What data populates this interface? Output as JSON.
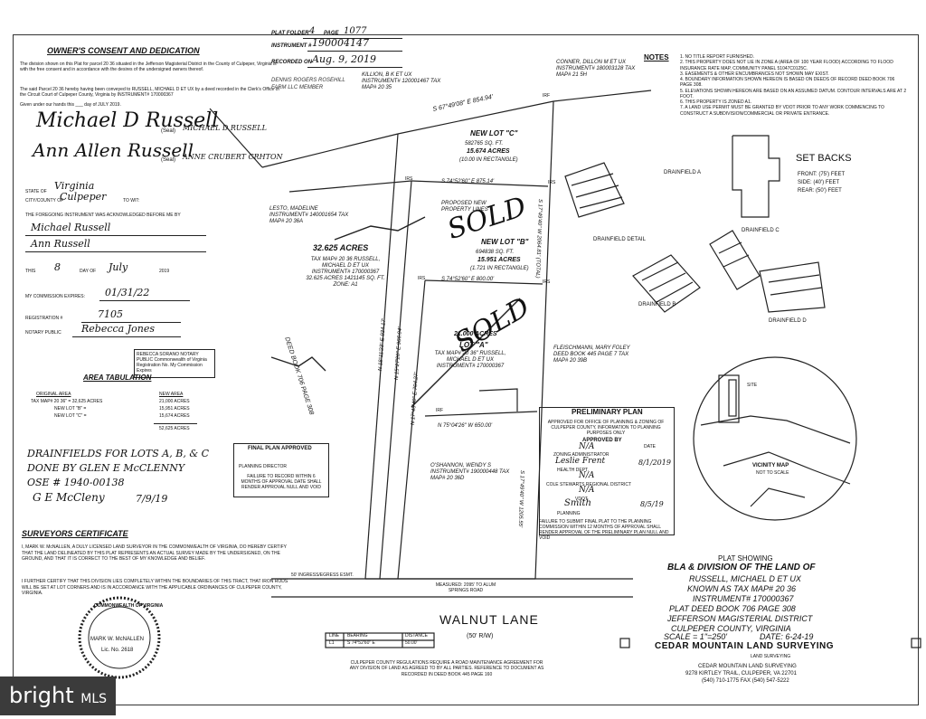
{
  "header": {
    "plat_folder_label": "PLAT FOLDER",
    "plat_folder": "4",
    "page_label": "PAGE",
    "page": "1077",
    "instrument_label": "INSTRUMENT #",
    "instrument": "190004147",
    "recorded_label": "RECORDED ON",
    "recorded_date": "Aug. 9, 2019"
  },
  "owners": {
    "title": "OWNER'S CONSENT AND DEDICATION",
    "para1": "The division shown on this Plat for parcel 20 36 situated in the Jefferson Magisterial District in the County of Culpeper, Virginia is with the free consent and in accordance with the desires of the undersigned owners thereof.",
    "para2": "The said Parcel 20 36 hereby having been conveyed to RUSSELL, MICHAEL D ET UX by a deed recorded in the Clerk's Office of the Circuit Court of Culpeper County, Virginia by INSTRUMENT# 170000367",
    "given": "Given under our hands this ___ day of JULY 2019.",
    "sig1": "Michael D Russell",
    "sig1_print": "MICHAEL D RUSSELL",
    "sig2": "Ann Allen Russell",
    "sig2_print": "ANNE CRUBERT CRHTON",
    "seal": "(Seal)"
  },
  "notary": {
    "state_label": "STATE OF",
    "state": "Virginia",
    "county_label": "CITY/COUNTY OF",
    "county": "Culpeper",
    "towit": "TO WIT:",
    "ack": "THE FOREGOING INSTRUMENT WAS ACKNOWLEDGED BEFORE ME BY",
    "name1": "Michael Russell",
    "name2": "Ann Russell",
    "this_label": "THIS",
    "day": "8",
    "day_of": "DAY OF",
    "month": "July",
    "year": "2019",
    "commission_label": "MY COMMISSION EXPIRES:",
    "commission": "01/31/22",
    "registration_label": "REGISTRATION #",
    "registration": "7105",
    "notary_label": "NOTARY PUBLIC",
    "notary_sig": "Rebecca Jones"
  },
  "stamp_text": "REBECCA SORANO NOTARY PUBLIC Commonwealth of Virginia Registration No. My Commission Expires",
  "area": {
    "title": "AREA TABULATION",
    "col1": "ORIGINAL AREA",
    "col2": "NEW AREA",
    "rows": [
      {
        "a": "TAX MAP# 20 36\" = 32,625 ACRES",
        "b": "21,000 ACRES"
      },
      {
        "a": "NEW LOT \"B\" =",
        "b": "15,951 ACRES"
      },
      {
        "a": "NEW LOT \"C\" =",
        "b": "15,674 ACRES"
      }
    ],
    "total": "52,625 ACRES"
  },
  "drainfields_note": {
    "line1": "DRAINFIELDS FOR LOTS A, B, & C",
    "line2": "DONE BY GLEN E McCLENNY",
    "line3": "OSE # 1940-00138",
    "sig": "G E McCleny",
    "date": "7/9/19"
  },
  "surveyor": {
    "title": "SURVEYORS CERTIFICATE",
    "p1": "I, MARK W. McNALLEN, A DULY LICENSED LAND SURVEYOR IN THE COMMONWEALTH OF VIRGINIA, DO HEREBY CERTIFY THAT THE LAND DELINEATED BY THIS PLAT REPRESENTS AN ACTUAL SURVEY MADE BY THE UNDERSIGNED, ON THE GROUND, AND THAT IT IS CORRECT TO THE BEST OF MY KNOWLEDGE AND BELIEF.",
    "p2": "I FURTHER CERTIFY THAT THIS DIVISION LIES COMPLETELY WITHIN THE BOUNDARIES OF THIS TRACT, THAT IRON RODS WILL BE SET AT LOT CORNERS AND IS IN ACCORDANCE WITH THE APPLICABLE ORDINANCES OF CULPEPER COUNTY, VIRGINIA.",
    "seal_top": "COMMONWEALTH OF VIRGINIA",
    "seal_name": "MARK W. McNALLEN",
    "seal_lic": "Lic. No. 2618"
  },
  "neighbors": {
    "killion": "KILLION, B K ET UX INSTRUMENT# 120001467 TAX MAP# 20 35",
    "top_left": "DENNIS ROGERS ROSEHILL FARM LLC MEMBER",
    "conner": "CONNER, DILLON M ET UX INSTRUMENT# 180003128 TAX MAP# 21 5H",
    "lesto": "LESTO, MADELINE INSTRUMENT# 140001654 TAX MAP# 20 36A",
    "fleischmann": "FLEISCHMANN, MARY FOLEY DEED BOOK 445 PAGE 7 TAX MAP# 20 39B",
    "oshannon": "O'SHANNON, WENDY S INSTRUMENT# 190000448 TAX MAP# 20 36D"
  },
  "bearings": {
    "top": "S 67°49'08\" E 854.94'",
    "mid1": "S 74°52'60\" E 875.14'",
    "mid2": "S 74°52'60\" E 800.00'",
    "bottom": "N 75°04'26\" W 650.00'",
    "west1": "N 18°11'23\" E 934.17'",
    "west2": "N 15°27'20\" E 966.04'",
    "west3": "N 17°45'40\" E 704.27'",
    "east1": "S 17°49'40\" W 2064.81' (TOTAL)",
    "east2": "S 17°49'40\" W 1205.55'"
  },
  "lots": {
    "c_title": "NEW LOT \"C\"",
    "c_area": "582765 SQ. FT.",
    "c_acres": "15.674 ACRES",
    "c_note": "(10.00 IN RECTANGLE)",
    "b_title": "NEW LOT \"B\"",
    "b_area": "694838 SQ. FT.",
    "b_acres": "15.951 ACRES",
    "b_note": "(1.721 IN RECTANGLE)",
    "a_title": "LOT \"A\"",
    "a_area": "21.000 ACRES",
    "a_owner": "TAX MAP# 20 36\" RUSSELL, MICHAEL D ET UX INSTRUMENT# 170000367",
    "parent_acres": "32.625 ACRES",
    "parent_desc": "TAX MAP# 20 36 RUSSELL, MICHAEL D ET UX INSTRUMENT# 170000367 32.625 ACRES 1421145 SQ. FT. ZONE: A1",
    "proposed_new": "PROPOSED NEW PROPERTY LINES",
    "sold": "SOLD",
    "deed": "DEED BOOK 706 PAGE 308"
  },
  "notes": {
    "title": "NOTES",
    "items": [
      "1. NO TITLE REPORT FURNISHED.",
      "2. THIS PROPERTY DOES NOT LIE IN ZONE A (AREA OF 100 YEAR FLOOD) ACCORDING TO FLOOD INSURANCE RATE MAP, COMMUNITY PANEL 51047C0125C.",
      "3. EASEMENTS & OTHER ENCUMBRANCES NOT SHOWN MAY EXIST.",
      "4. BOUNDARY INFORMATION SHOWN HEREON IS BASED ON DEEDS OF RECORD DEED BOOK 706 PAGE 308.",
      "5. ELEVATIONS SHOWN HEREON ARE BASED ON AN ASSUMED DATUM. CONTOUR INTERVALS ARE AT 2 FOOT.",
      "6. THIS PROPERTY IS ZONED A1.",
      "7. A LAND USE PERMIT MUST BE GRANTED BY VDOT PRIOR TO ANY WORK COMMENCING TO CONSTRUCT A SUBDIVISION/COMMERCIAL OR PRIVATE ENTRANCE."
    ]
  },
  "setbacks": {
    "title": "SET BACKS",
    "front": "FRONT: (75') FEET",
    "side": "SIDE: (40') FEET",
    "rear": "REAR: (50') FEET"
  },
  "drainfields": {
    "a": "DRAINFIELD A",
    "b": "DRAINFIELD B",
    "c": "DRAINFIELD C",
    "d": "DRAINFIELD D",
    "detail": "DRAINFIELD DETAIL"
  },
  "prelim": {
    "title": "PRELIMINARY PLAN",
    "l1": "APPROVED FOR OFFICE OF PLANNING & ZONING OF CULPEPER COUNTY, INFORMATION TO PLANNING PURPOSES ONLY",
    "approved": "APPROVED BY",
    "date_label": "DATE",
    "r1": "N/A",
    "r1_label": "ZONING ADMINISTRATOR",
    "r2": "Leslie Frent",
    "r2_date": "8/1/2019",
    "r2_label": "HEALTH DEPT.",
    "r3": "N/A",
    "r3_label": "COLE STEWARTS REGIONAL DISTRICT",
    "r4": "N/A",
    "r4_label": "VDOT",
    "r5": "Smith",
    "r5_date": "8/5/19",
    "r5_label": "PLANNING",
    "footer": "FAILURE TO SUBMIT FINAL PLAT TO THE PLANNING COMMISSION WITHIN 12 MONTHS OF APPROVAL SHALL RENDER APPROVAL OF THE PRELIMINARY PLAN NULL AND VOID"
  },
  "final_plan": {
    "title": "FINAL PLAN APPROVED",
    "l1": "PLANNING DIRECTOR",
    "l2": "FAILURE TO RECORD WITHIN 6 MONTHS OF APPROVAL DATE SHALL RENDER APPROVAL NULL AND VOID"
  },
  "road": {
    "name": "WALNUT LANE",
    "width": "(50' R/W)",
    "egress": "50' INGRESS/EGRESS ESMT.",
    "measured": "MEASURED: 2095' TO ALUM SPRINGS ROAD",
    "note": "CULPEPER COUNTY REGULATIONS REQUIRE A ROAD MAINTENANCE AGREEMENT FOR ANY DIVISION OF LAND AS AGREED TO BY ALL PARTIES. REFERENCE TO DOCUMENT AS RECORDED IN DEED BOOK 445 PAGE 160"
  },
  "line_table": {
    "headers": [
      "LINE",
      "BEARING",
      "DISTANCE"
    ],
    "row": [
      "L1",
      "S 74°52'60\" E",
      "50.00'"
    ]
  },
  "vicinity": {
    "title": "VICINITY MAP",
    "scale": "NOT TO SCALE",
    "site": "SITE"
  },
  "title_block": {
    "l1": "PLAT SHOWING",
    "l2": "BLA & DIVISION OF THE LAND OF",
    "l3": "RUSSELL, MICHAEL D ET UX",
    "l4": "KNOWN AS TAX MAP# 20 36",
    "l5": "INSTRUMENT# 170000367",
    "l6": "PLAT DEED BOOK 706 PAGE 308",
    "l7": "JEFFERSON MAGISTERIAL DISTRICT",
    "l8": "CULPEPER COUNTY, VIRGINIA",
    "scale": "SCALE = 1\"=250'",
    "date": "DATE: 6-24-19",
    "firm": "CEDAR MOUNTAIN LAND SURVEYING",
    "firm_sub": "LAND SURVEYING",
    "firm2": "CEDAR MOUNTAIN LAND SURVEYING",
    "addr": "9278 KIRTLEY TRAIL, CULPEPER, VA 22701",
    "phone": "(540) 710-1775     FAX (540) 547-5222"
  },
  "labels": {
    "irf": "IRF",
    "irs": "IRS"
  },
  "watermark": {
    "brand": "bright",
    "suffix": "MLS"
  }
}
